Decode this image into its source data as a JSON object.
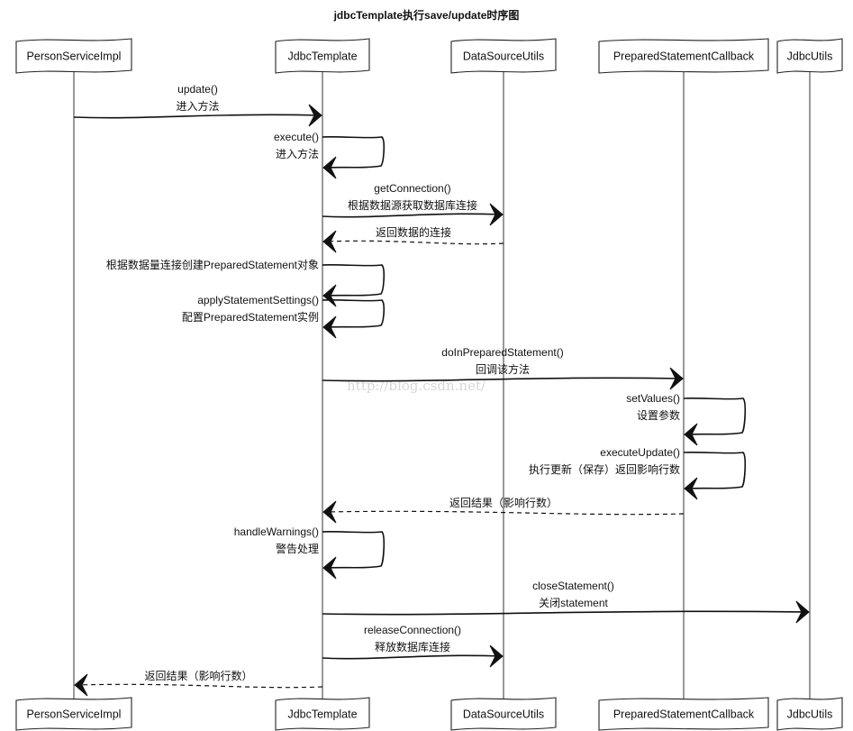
{
  "title": "jdbcTemplate执行save/update时序图",
  "watermark": "http://blog.csdn.net/",
  "participants": [
    {
      "id": "psi",
      "label": "PersonServiceImpl"
    },
    {
      "id": "jt",
      "label": "JdbcTemplate"
    },
    {
      "id": "dsu",
      "label": "DataSourceUtils"
    },
    {
      "id": "psc",
      "label": "PreparedStatementCallback"
    },
    {
      "id": "ju",
      "label": "JdbcUtils"
    }
  ],
  "messages": [
    {
      "from": "psi",
      "to": "jt",
      "kind": "call",
      "lines": [
        "update()",
        "进入方法"
      ]
    },
    {
      "from": "jt",
      "to": "jt",
      "kind": "self",
      "lines": [
        "execute()",
        "进入方法"
      ]
    },
    {
      "from": "jt",
      "to": "dsu",
      "kind": "call",
      "lines": [
        "getConnection()",
        "根据数据源获取数据库连接"
      ]
    },
    {
      "from": "dsu",
      "to": "jt",
      "kind": "return",
      "lines": [
        "返回数据的连接"
      ]
    },
    {
      "from": "jt",
      "to": "jt",
      "kind": "self",
      "lines": [
        "根据数据量连接创建PreparedStatement对象"
      ]
    },
    {
      "from": "jt",
      "to": "jt",
      "kind": "self",
      "lines": [
        "applyStatementSettings()",
        "配置PreparedStatement实例"
      ]
    },
    {
      "from": "jt",
      "to": "psc",
      "kind": "call",
      "lines": [
        "doInPreparedStatement()",
        "回调该方法"
      ]
    },
    {
      "from": "psc",
      "to": "psc",
      "kind": "self",
      "lines": [
        "setValues()",
        "设置参数"
      ]
    },
    {
      "from": "psc",
      "to": "psc",
      "kind": "self",
      "lines": [
        "executeUpdate()",
        "执行更新（保存）返回影响行数"
      ]
    },
    {
      "from": "psc",
      "to": "jt",
      "kind": "return",
      "lines": [
        "返回结果（影响行数）"
      ]
    },
    {
      "from": "jt",
      "to": "jt",
      "kind": "self",
      "lines": [
        "handleWarnings()",
        "警告处理"
      ]
    },
    {
      "from": "jt",
      "to": "ju",
      "kind": "call",
      "lines": [
        "closeStatement()",
        "关闭statement"
      ]
    },
    {
      "from": "jt",
      "to": "dsu",
      "kind": "call",
      "lines": [
        "releaseConnection()",
        "释放数据库连接"
      ]
    },
    {
      "from": "jt",
      "to": "psi",
      "kind": "return",
      "lines": [
        "返回结果（影响行数）"
      ]
    }
  ]
}
